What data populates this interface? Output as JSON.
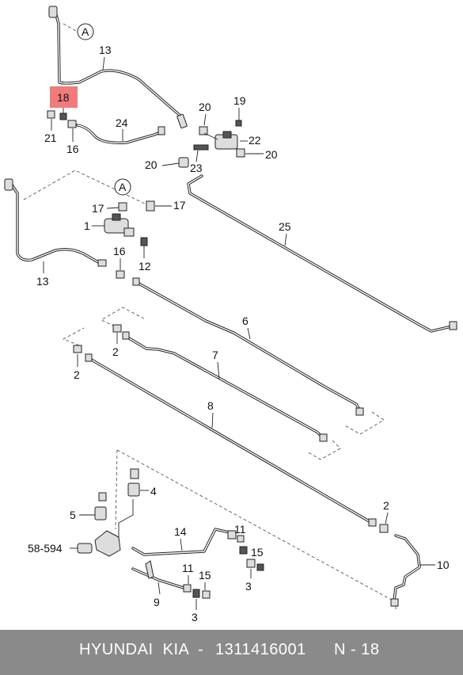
{
  "highlight": {
    "label": "18",
    "color": "#f07b7b"
  },
  "callouts": {
    "c13a": "13",
    "c18": "18",
    "c21": "21",
    "c16a": "16",
    "c24": "24",
    "c20a": "20",
    "c19": "19",
    "c22": "22",
    "c20b": "20",
    "c20c": "20",
    "c23": "23",
    "c17a": "17",
    "c17b": "17",
    "c1": "1",
    "c16b": "16",
    "c12": "12",
    "c13b": "13",
    "c25": "25",
    "c6": "6",
    "c2a": "2",
    "c7": "7",
    "c2b": "2",
    "c8": "8",
    "c4": "4",
    "c5": "5",
    "c58": "58-594",
    "c14": "14",
    "c11a": "11",
    "c15a": "15",
    "c3a": "3",
    "c11b": "11",
    "c15b": "15",
    "c3b": "3",
    "c9": "9",
    "c2c": "2",
    "c10": "10",
    "refA1": "A",
    "refA2": "A"
  },
  "footer": {
    "brand": "HYUNDAI  KIA",
    "separator": "-",
    "part_number": "1311416001",
    "ref": "N - 18"
  }
}
